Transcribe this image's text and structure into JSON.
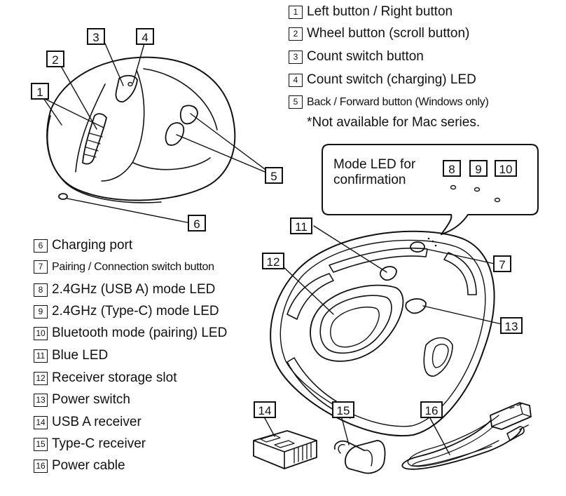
{
  "legend_top": [
    {
      "num": "1",
      "text": "Left button / Right button"
    },
    {
      "num": "2",
      "text": "Wheel button (scroll button)"
    },
    {
      "num": "3",
      "text": "Count switch button"
    },
    {
      "num": "4",
      "text": "Count switch (charging) LED"
    },
    {
      "num": "5",
      "text": "Back / Forward button (Windows only)"
    }
  ],
  "note": "*Not available for Mac series.",
  "legend_bottom": [
    {
      "num": "6",
      "text": "Charging port"
    },
    {
      "num": "7",
      "text": "Pairing / Connection switch button"
    },
    {
      "num": "8",
      "text": "2.4GHz (USB A) mode LED"
    },
    {
      "num": "9",
      "text": "2.4GHz (Type-C) mode LED"
    },
    {
      "num": "10",
      "text": "Bluetooth mode (pairing) LED"
    },
    {
      "num": "11",
      "text": "Blue LED"
    },
    {
      "num": "12",
      "text": "Receiver storage slot"
    },
    {
      "num": "13",
      "text": "Power switch"
    },
    {
      "num": "14",
      "text": "USB A receiver"
    },
    {
      "num": "15",
      "text": "Type-C receiver"
    },
    {
      "num": "16",
      "text": "Power cable"
    }
  ],
  "bubble_text_line1": "Mode LED for",
  "bubble_text_line2": "confirmation",
  "callouts": {
    "c1": "1",
    "c2": "2",
    "c3": "3",
    "c4": "4",
    "c5": "5",
    "c6": "6",
    "c7": "7",
    "c8": "8",
    "c9": "9",
    "c10": "10",
    "c11": "11",
    "c12": "12",
    "c13": "13",
    "c14": "14",
    "c15": "15",
    "c16": "16"
  }
}
